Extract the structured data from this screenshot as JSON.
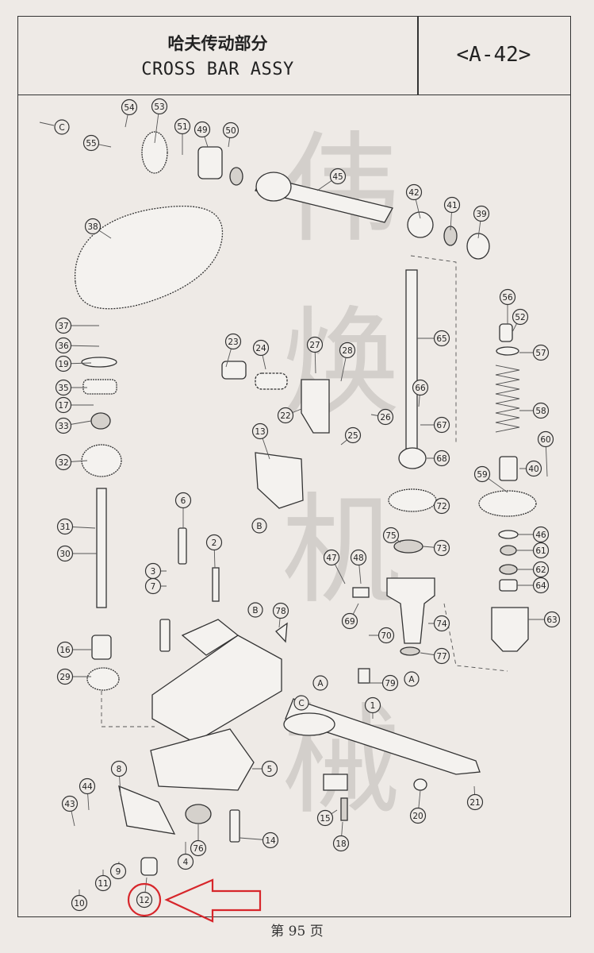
{
  "header": {
    "title_cn": "哈夫传动部分",
    "title_en": "CROSS BAR ASSY",
    "page_code": "<A-42>"
  },
  "watermark": [
    "伟",
    "焕",
    "机",
    "械"
  ],
  "reference_marks": [
    "C",
    "B",
    "B",
    "A",
    "A",
    "C"
  ],
  "callouts": [
    "1",
    "2",
    "3",
    "4",
    "5",
    "6",
    "7",
    "8",
    "9",
    "10",
    "11",
    "12",
    "13",
    "14",
    "15",
    "16",
    "17",
    "18",
    "19",
    "20",
    "21",
    "22",
    "23",
    "24",
    "25",
    "26",
    "27",
    "28",
    "29",
    "30",
    "31",
    "32",
    "33",
    "35",
    "36",
    "37",
    "38",
    "39",
    "40",
    "41",
    "42",
    "43",
    "44",
    "45",
    "46",
    "47",
    "48",
    "49",
    "50",
    "51",
    "52",
    "53",
    "54",
    "55",
    "56",
    "57",
    "58",
    "59",
    "60",
    "61",
    "62",
    "63",
    "64",
    "65",
    "66",
    "67",
    "68",
    "69",
    "70",
    "72",
    "73",
    "74",
    "75",
    "76",
    "77",
    "78",
    "79"
  ],
  "highlight": {
    "part": "12",
    "color": "#d7262b"
  },
  "footer": {
    "page_label": "第 95 页"
  }
}
